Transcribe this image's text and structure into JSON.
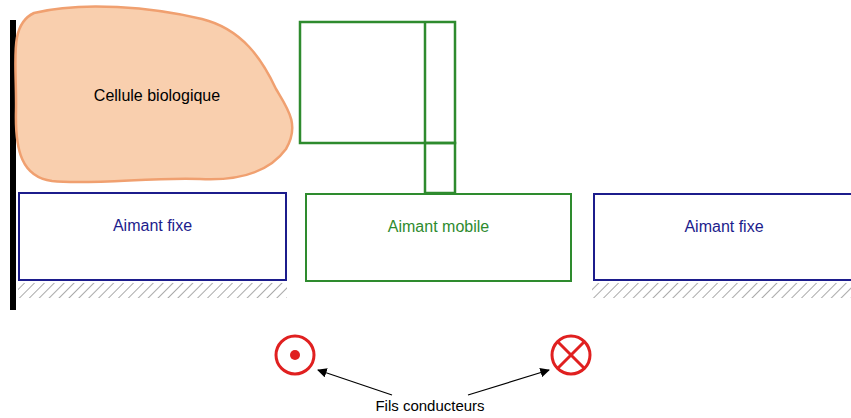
{
  "diagram": {
    "nodes": [
      {
        "text": [
          "Cellule biologique"
        ]
      },
      {
        "text": [
          "Aimant fixe"
        ]
      },
      {
        "text": [
          "Aimant mobile"
        ]
      },
      {
        "text": [
          "Aimant fixe"
        ]
      }
    ],
    "labels": [
      "Fils conducteurs"
    ]
  }
}
